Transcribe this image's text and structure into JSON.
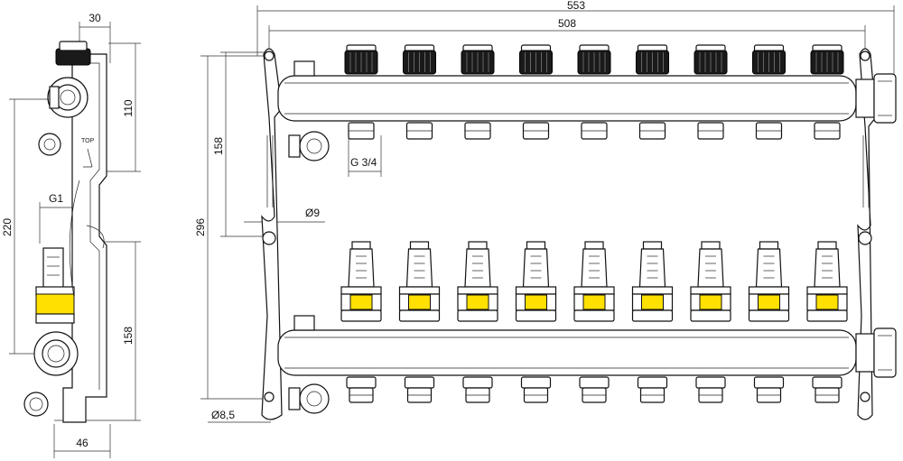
{
  "dimensions": {
    "top_width_total": "553",
    "top_width_inner": "508",
    "side_depth_top": "30",
    "side_upper_height": "110",
    "side_lower_height": "158",
    "side_overall_height": "220",
    "side_depth_bottom": "46",
    "front_between_bars": "158",
    "front_overall_height": "296",
    "outlet_thread": "G 3/4",
    "inlet_thread": "G1",
    "hole_dia_upper": "Ø9",
    "hole_dia_lower": "Ø8,5"
  },
  "labels": {
    "top_marking": "TOP"
  },
  "outlet_count": 9,
  "colors": {
    "highlight": "#ffe000",
    "line": "#111111",
    "knob": "#1a1a1a"
  }
}
